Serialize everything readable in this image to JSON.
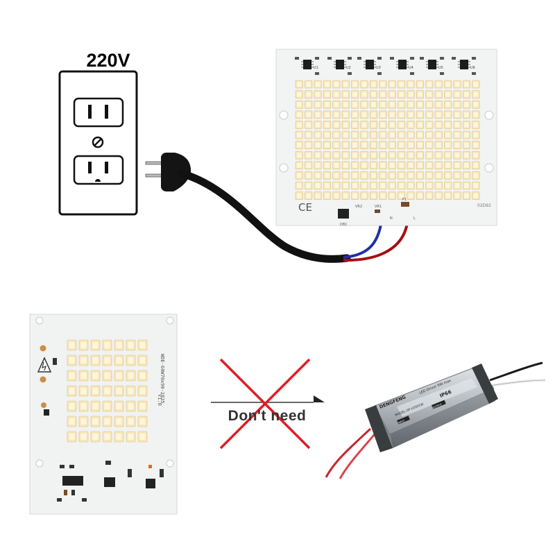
{
  "outlet": {
    "voltage_label": "220V"
  },
  "led_board_top": {
    "chip_labels": [
      "U1",
      "U2",
      "U3",
      "U4",
      "U5",
      "U6"
    ],
    "rows": 12,
    "cols": 20,
    "ce_mark": "CE",
    "model_code": "02D92",
    "bridge_label": "DB1",
    "varistor_labels": [
      "VR2",
      "VR1"
    ],
    "fuse_label": "F1",
    "wire_labels": [
      "N",
      "L"
    ]
  },
  "led_board_bottom": {
    "rows": 7,
    "cols": 7,
    "vertical_code": "WDE-60W70x90-2835",
    "version": "V1.0"
  },
  "cross_mark": {
    "label": "Don't need",
    "color": "#e21b23"
  },
  "driver": {
    "brand": "DENGFENG",
    "title": "LED Driver 9W max",
    "rating": "IP66",
    "model": "MODEL DF-L03X1W",
    "input_tag": "INPUT",
    "output_tag": "OUTPUT"
  },
  "colors": {
    "wire_blue": "#1f2fa8",
    "wire_red": "#a41010",
    "cable_black": "#111111"
  }
}
